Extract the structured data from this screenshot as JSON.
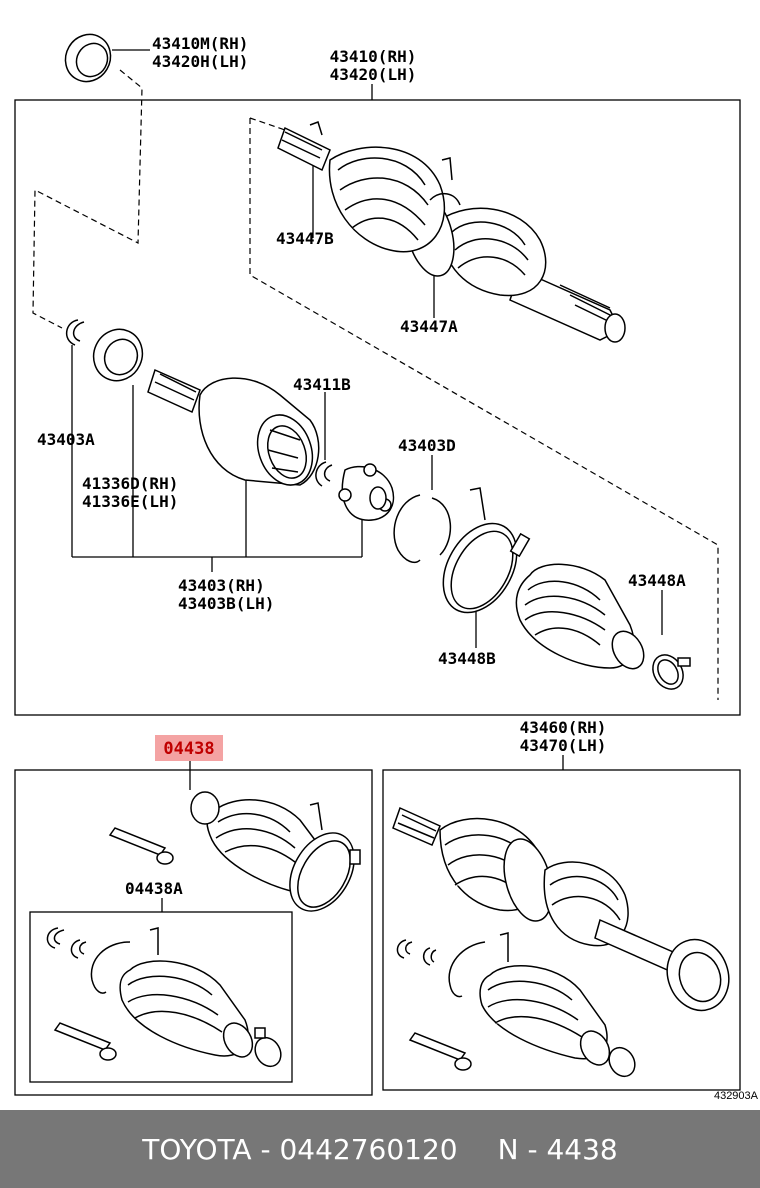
{
  "labels": {
    "seal_rh_lh": [
      "43410M(RH)",
      "43420H(LH)"
    ],
    "shaft_rh_lh": [
      "43410(RH)",
      "43420(LH)"
    ],
    "p43447b": "43447B",
    "p43447a": "43447A",
    "p43411b": "43411B",
    "p43403a": "43403A",
    "p43403d": "43403D",
    "p41336": [
      "41336D(RH)",
      "41336E(LH)"
    ],
    "p43403": [
      "43403(RH)",
      "43403B(LH)"
    ],
    "p43448a": "43448A",
    "p43448b": "43448B",
    "highlight": "04438",
    "p04438a": "04438A",
    "p43460": [
      "43460(RH)",
      "43470(LH)"
    ],
    "diagram_code": "432903A"
  },
  "footer": {
    "left": "TOYOTA - 0442760120",
    "right": "N - 4438"
  },
  "colors": {
    "highlight_bg": "#f4a3a3",
    "highlight_text": "#c00000",
    "footer_bg": "#777777"
  }
}
